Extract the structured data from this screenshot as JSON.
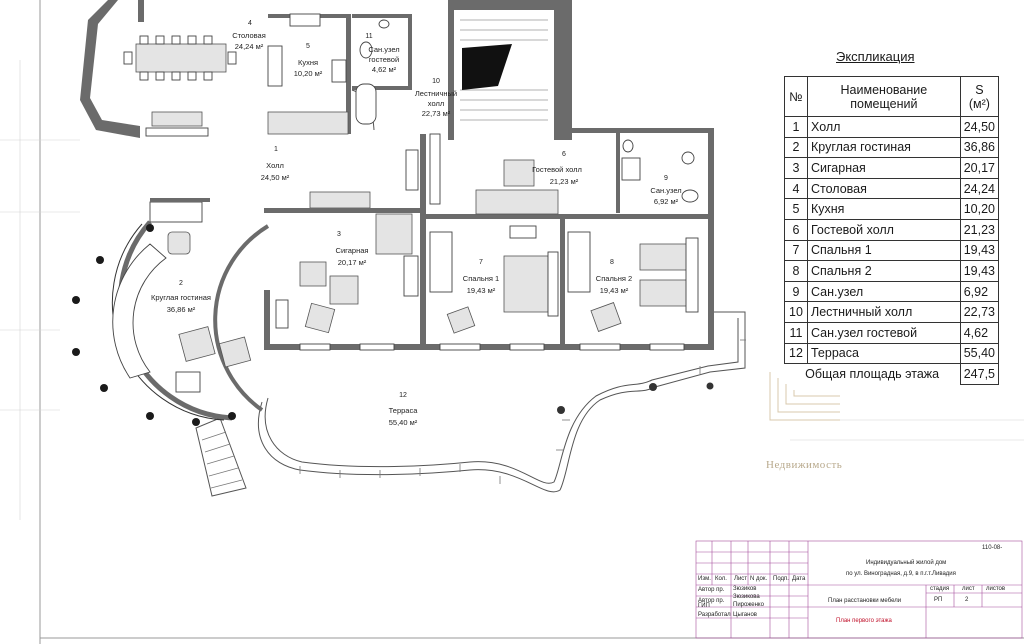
{
  "rooms": [
    {
      "num": "1",
      "name": "Холл",
      "area": "24,50 м²"
    },
    {
      "num": "2",
      "name": "Круглая гостиная",
      "area": "36,86 м²"
    },
    {
      "num": "3",
      "name": "Сигарная",
      "area": "20,17 м²"
    },
    {
      "num": "4",
      "name": "Столовая",
      "area": "24,24 м²"
    },
    {
      "num": "5",
      "name": "Кухня",
      "area": "10,20 м²"
    },
    {
      "num": "6",
      "name": "Гостевой холл",
      "area": "21,23 м²"
    },
    {
      "num": "7",
      "name": "Спальня 1",
      "area": "19,43 м²"
    },
    {
      "num": "8",
      "name": "Спальня 2",
      "area": "19,43 м²"
    },
    {
      "num": "9",
      "name": "Сан.узел",
      "area": "6,92 м²"
    },
    {
      "num": "10",
      "name_line1": "Лестничный",
      "name_line2": "холл",
      "area": "22,73 м²"
    },
    {
      "num": "11",
      "name_line1": "Сан.узел",
      "name_line2": "гостевой",
      "area": "4,62 м²"
    },
    {
      "num": "12",
      "name": "Терраса",
      "area": "55,40 м²"
    }
  ],
  "explication": {
    "title": "Экспликация",
    "header": {
      "num": "№",
      "name_line1": "Наименование",
      "name_line2": "помещений",
      "area": "S (м²)"
    },
    "rows": [
      {
        "num": "1",
        "name": "Холл",
        "area": "24,50"
      },
      {
        "num": "2",
        "name": "Круглая гостиная",
        "area": "36,86"
      },
      {
        "num": "3",
        "name": "Сигарная",
        "area": "20,17"
      },
      {
        "num": "4",
        "name": "Столовая",
        "area": "24,24"
      },
      {
        "num": "5",
        "name": "Кухня",
        "area": "10,20"
      },
      {
        "num": "6",
        "name": "Гостевой холл",
        "area": "21,23"
      },
      {
        "num": "7",
        "name": "Спальня 1",
        "area": "19,43"
      },
      {
        "num": "8",
        "name": "Спальня 2",
        "area": "19,43"
      },
      {
        "num": "9",
        "name": "Сан.узел",
        "area": "6,92"
      },
      {
        "num": "10",
        "name": "Лестничный холл",
        "area": "22,73"
      },
      {
        "num": "11",
        "name": "Сан.узел гостевой",
        "area": "4,62"
      },
      {
        "num": "12",
        "name": "Терраса",
        "area": "55,40"
      }
    ],
    "total_label": "Общая площадь этажа",
    "total_value": "247,5"
  },
  "watermark": "Недвижимость",
  "title_block": {
    "code": "110-08-",
    "project_line1": "Индивидуальный жилой дом",
    "project_line2": "по ул. Виноградная, д.9, в п.г.т.Ливадия",
    "col_headers": [
      "Изм.",
      "Кол.",
      "Лист",
      "N док.",
      "Подп.",
      "Дата"
    ],
    "stage_headers": [
      "стадия",
      "лист",
      "листов"
    ],
    "stage_values": [
      "РП",
      "2",
      ""
    ],
    "roles": [
      "Автор пр.",
      "Автор пр.",
      "ГИП",
      "Разработал"
    ],
    "people": [
      "Зюзиков",
      "Зюзикова",
      "Пироженко",
      "Цыганов"
    ],
    "sheet_title": "План расстановки мебели",
    "drawing_title": "План первого этажа"
  }
}
